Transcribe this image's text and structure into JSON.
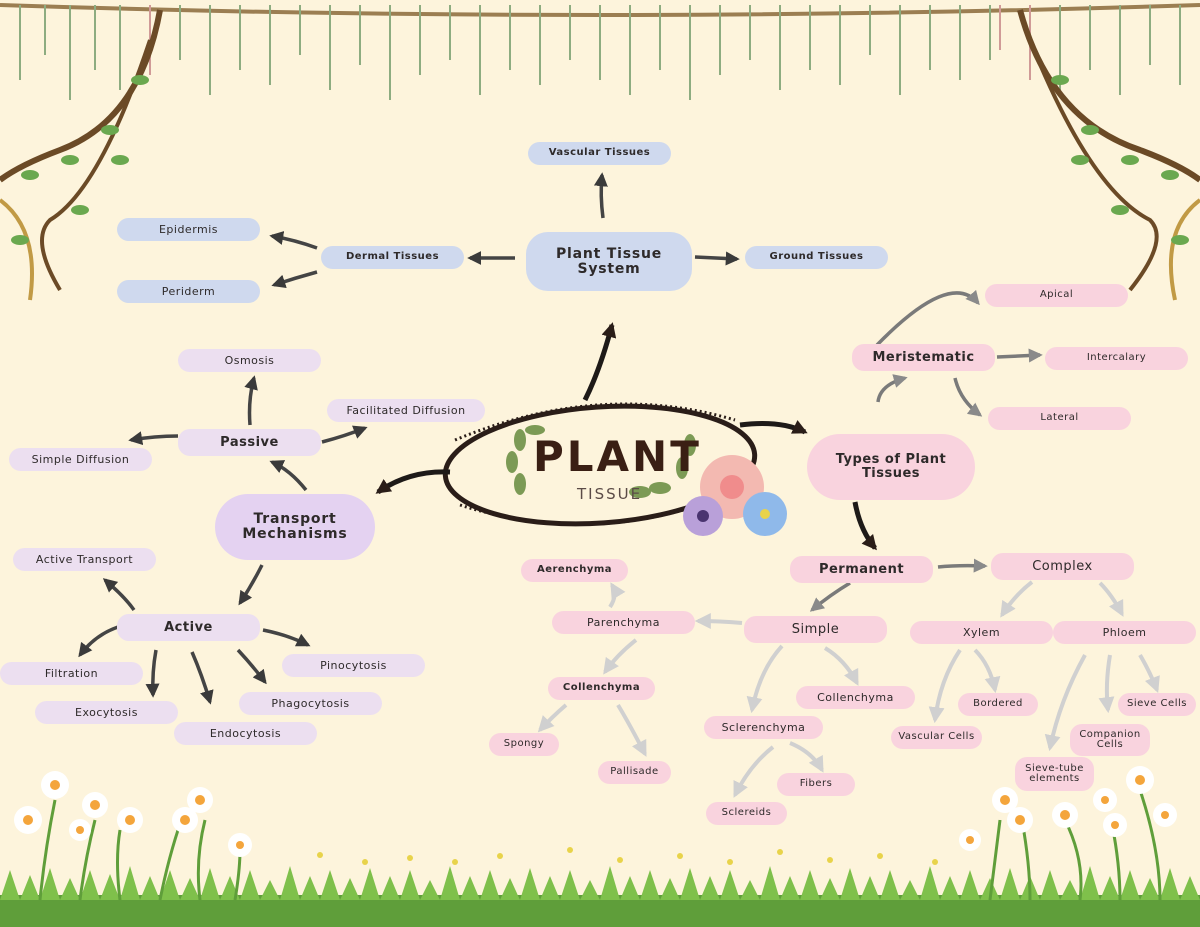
{
  "title": {
    "main": "PLANT",
    "sub": "TISSUE"
  },
  "colors": {
    "background": "#fdf4dc",
    "blue_node": "#cfd9ee",
    "lavender_node": "#ecdff0",
    "pink_node": "#f9d3de",
    "purple_node": "#e4d2f1",
    "arrow": "#3a3a3a",
    "arrow_light": "#cfcfcf"
  },
  "nodes": {
    "plant_tissue_system": "Plant Tissue System",
    "vascular_tissues": "Vascular Tissues",
    "dermal_tissues": "Dermal Tissues",
    "ground_tissues": "Ground Tissues",
    "epidermis": "Epidermis",
    "periderm": "Periderm",
    "transport_mechanisms": "Transport Mechanisms",
    "passive": "Passive",
    "osmosis": "Osmosis",
    "facilitated_diffusion": "Facilitated Diffusion",
    "simple_diffusion": "Simple Diffusion",
    "active": "Active",
    "active_transport": "Active Transport",
    "filtration": "Filtration",
    "exocytosis": "Exocytosis",
    "endocytosis": "Endocytosis",
    "phagocytosis": "Phagocytosis",
    "pinocytosis": "Pinocytosis",
    "types_of_plant_tissues": "Types of Plant Tissues",
    "meristematic": "Meristematic",
    "apical": "Apical",
    "intercalary": "Intercalary",
    "lateral": "Lateral",
    "permanent": "Permanent",
    "complex": "Complex",
    "simple": "Simple",
    "xylem": "Xylem",
    "phloem": "Phloem",
    "bordered": "Bordered",
    "vascular_cells": "Vascular Cells",
    "sieve_cells": "Sieve Cells",
    "companion_cells": "Companion Cells",
    "sieve_tube_elements": "Sieve-tube elements",
    "parenchyma": "Parenchyma",
    "aerenchyma": "Aerenchyma",
    "collenchyma_sub": "Collenchyma",
    "spongy": "Spongy",
    "pallisade": "Pallisade",
    "collenchyma": "Collenchyma",
    "sclerenchyma": "Sclerenchyma",
    "fibers": "Fibers",
    "sclereids": "Sclereids"
  }
}
